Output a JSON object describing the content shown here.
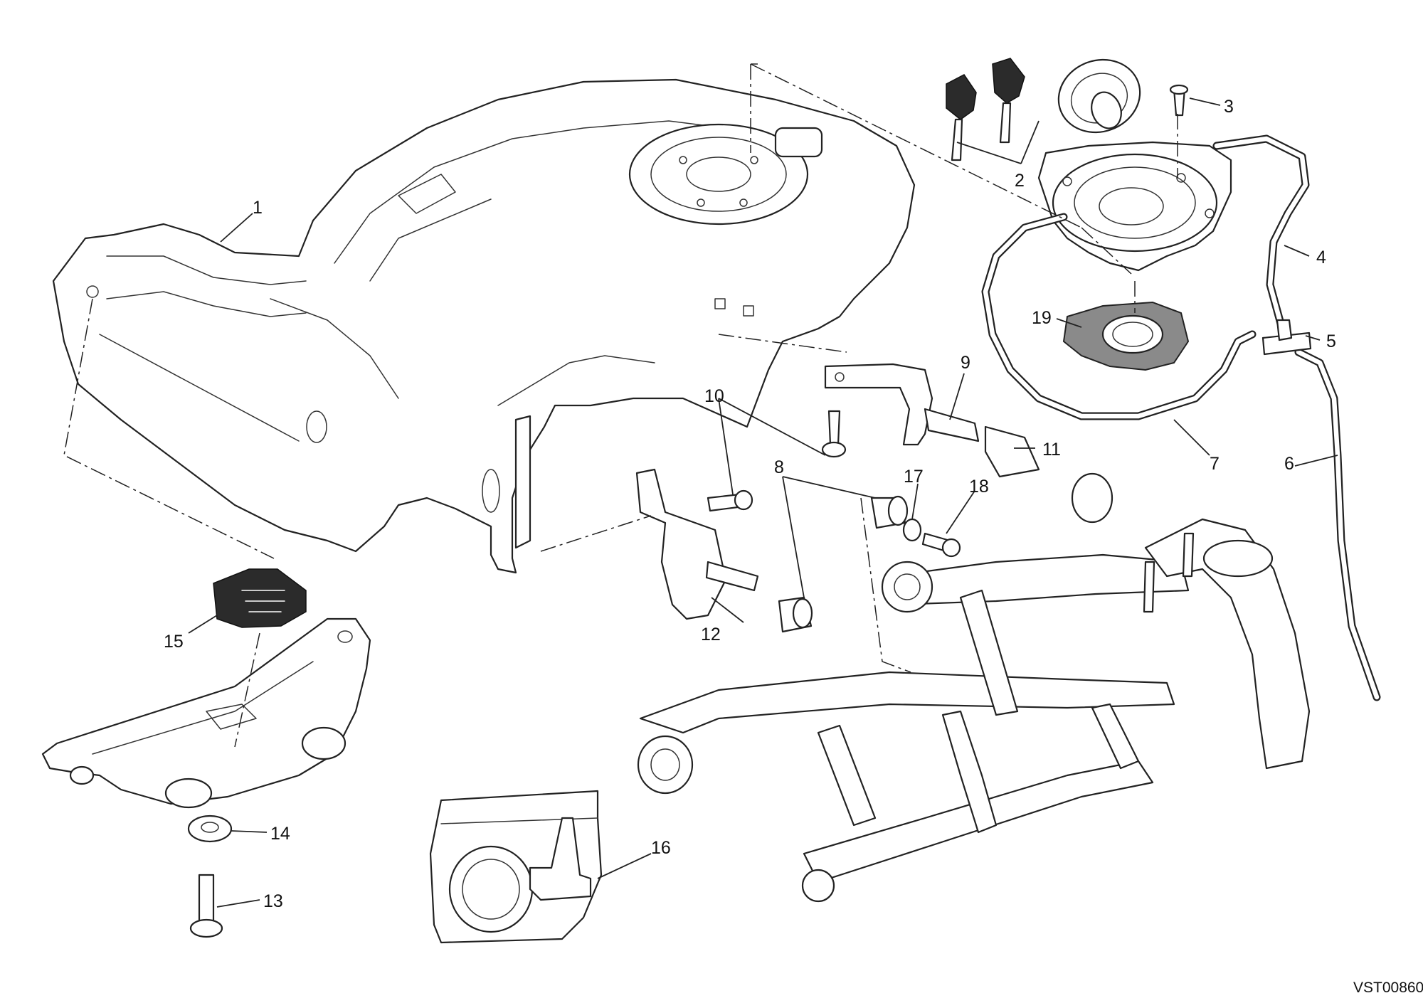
{
  "callouts": [
    {
      "id": "1",
      "label": "1"
    },
    {
      "id": "2",
      "label": "2"
    },
    {
      "id": "3",
      "label": "3"
    },
    {
      "id": "4",
      "label": "4"
    },
    {
      "id": "5",
      "label": "5"
    },
    {
      "id": "6",
      "label": "6"
    },
    {
      "id": "7",
      "label": "7"
    },
    {
      "id": "8",
      "label": "8"
    },
    {
      "id": "9",
      "label": "9"
    },
    {
      "id": "10",
      "label": "10"
    },
    {
      "id": "11",
      "label": "11"
    },
    {
      "id": "12",
      "label": "12"
    },
    {
      "id": "13",
      "label": "13"
    },
    {
      "id": "14",
      "label": "14"
    },
    {
      "id": "15",
      "label": "15"
    },
    {
      "id": "16",
      "label": "16"
    },
    {
      "id": "17",
      "label": "17"
    },
    {
      "id": "18",
      "label": "18"
    },
    {
      "id": "19",
      "label": "19"
    }
  ],
  "drawing_code": "VST00860"
}
